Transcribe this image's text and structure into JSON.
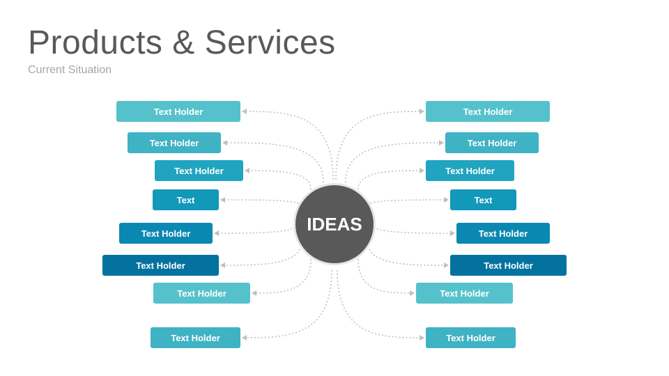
{
  "slide": {
    "title": "Products & Services",
    "subtitle": "Current Situation"
  },
  "hub": {
    "label": "IDEAS",
    "color": "#595959"
  },
  "left_nodes": [
    {
      "label": "Text Holder",
      "color": "#55c2cb"
    },
    {
      "label": "Text Holder",
      "color": "#3fb2c4"
    },
    {
      "label": "Text Holder",
      "color": "#20a4bf"
    },
    {
      "label": "Text",
      "color": "#1298b9"
    },
    {
      "label": "Text Holder",
      "color": "#0b88b2"
    },
    {
      "label": "Text Holder",
      "color": "#03729f"
    },
    {
      "label": "Text Holder",
      "color": "#55c2cb"
    },
    {
      "label": "Text Holder",
      "color": "#3fb2c4"
    }
  ],
  "right_nodes": [
    {
      "label": "Text Holder",
      "color": "#55c2cb"
    },
    {
      "label": "Text Holder",
      "color": "#3fb2c4"
    },
    {
      "label": "Text Holder",
      "color": "#20a4bf"
    },
    {
      "label": "Text",
      "color": "#1298b9"
    },
    {
      "label": "Text Holder",
      "color": "#0b88b2"
    },
    {
      "label": "Text Holder",
      "color": "#03729f"
    },
    {
      "label": "Text Holder",
      "color": "#55c2cb"
    },
    {
      "label": "Text Holder",
      "color": "#3fb2c4"
    }
  ]
}
